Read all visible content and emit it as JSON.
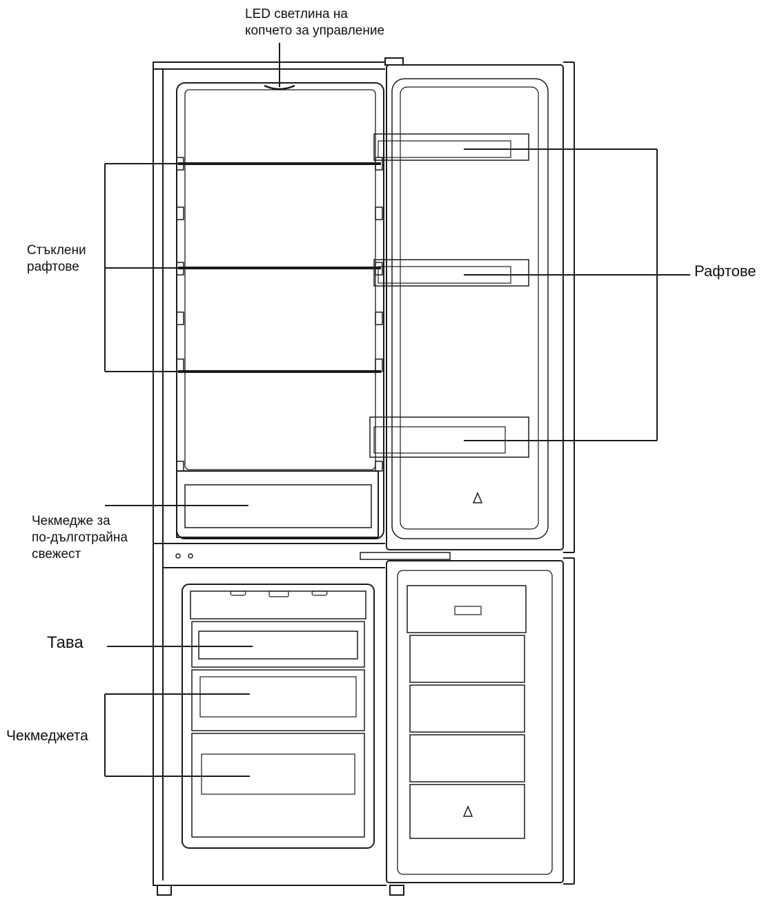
{
  "labels": {
    "led_line1": "LED светлина на",
    "led_line2": "копчето за управление",
    "glass_line1": "Стъклени",
    "glass_line2": "рафтове",
    "shelves": "Рафтове",
    "fresh_line1": "Чекмедже за",
    "fresh_line2": "по-дълготрайна",
    "fresh_line3": "свежест",
    "tray": "Тава",
    "drawers": "Чекмеджета"
  },
  "colors": {
    "line": "#1a1a1a",
    "text": "#111111",
    "background": "#ffffff"
  }
}
